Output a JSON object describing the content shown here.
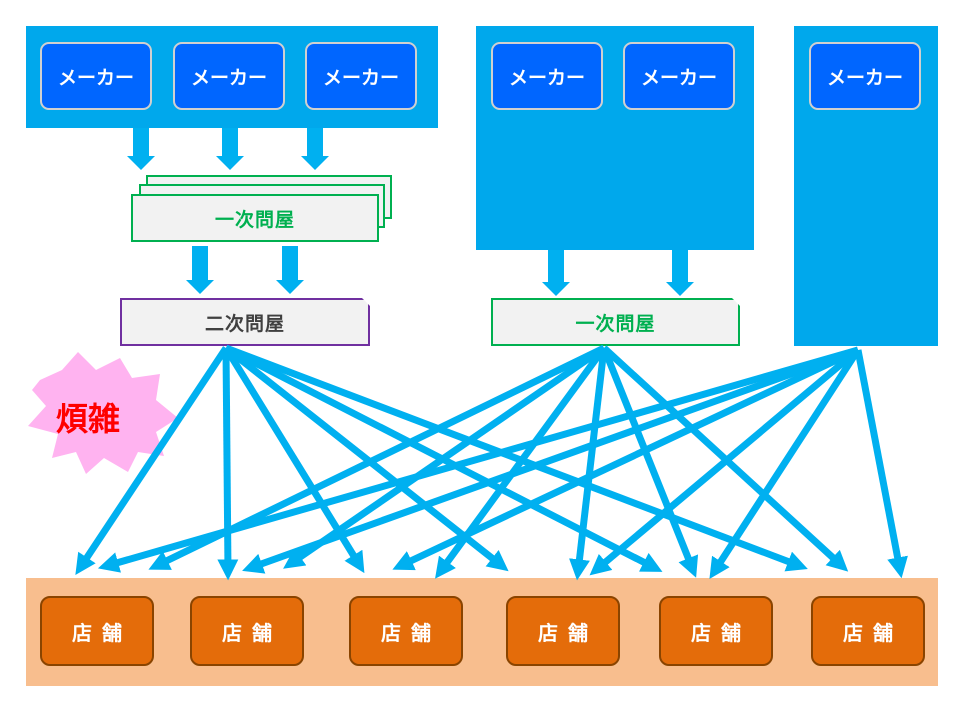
{
  "makers_group1": [
    "メーカー",
    "メーカー",
    "メーカー"
  ],
  "makers_group2": [
    "メーカー",
    "メーカー"
  ],
  "makers_group3": [
    "メーカー"
  ],
  "primary_wholesaler_left": "一次問屋",
  "secondary_wholesaler": "二次問屋",
  "primary_wholesaler_right": "一次問屋",
  "complexity_label": "煩雑",
  "stores": [
    "店舗",
    "店舗",
    "店舗",
    "店舗",
    "店舗",
    "店舗"
  ],
  "colors": {
    "panel": "#00a8ec",
    "maker": "#0066ff",
    "arrow": "#00b0f0",
    "store": "#e46c0a",
    "store_bar": "#f8be8e",
    "burst": "#ffb3f0",
    "label_red": "#ff0000"
  }
}
